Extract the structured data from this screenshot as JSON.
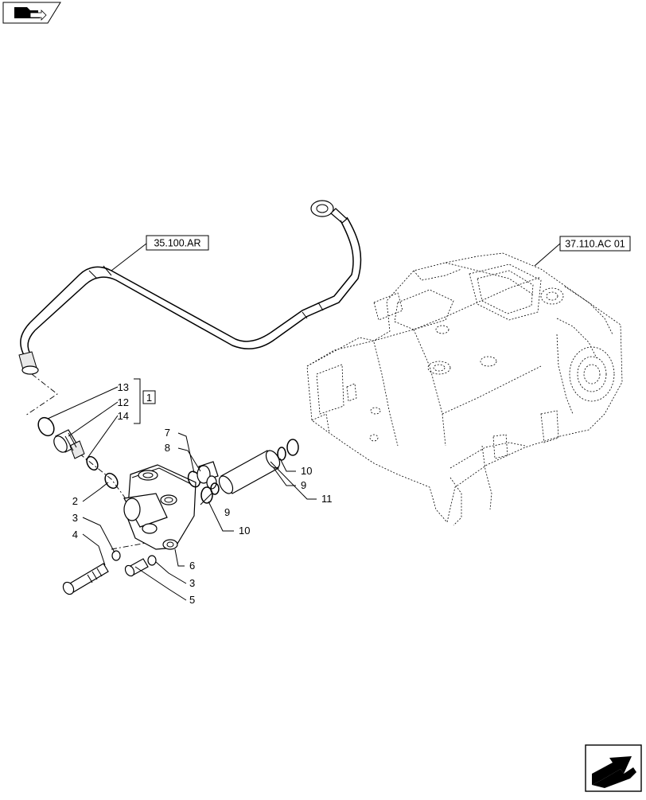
{
  "nav": {
    "back_icon": "folder-arrow-icon",
    "forward_icon": "next-page-arrow-icon"
  },
  "references": {
    "hose_ref": "35.100.AR",
    "housing_ref": "37.110.AC 01"
  },
  "kit": {
    "label": "1"
  },
  "callouts": {
    "c13": "13",
    "c12": "12",
    "c14": "14",
    "c2": "2",
    "c3a": "3",
    "c4": "4",
    "c3b": "3",
    "c5": "5",
    "c6": "6",
    "c7": "7",
    "c8": "8",
    "c9a": "9",
    "c10a": "10",
    "c9b": "9",
    "c10b": "10",
    "c11": "11"
  }
}
